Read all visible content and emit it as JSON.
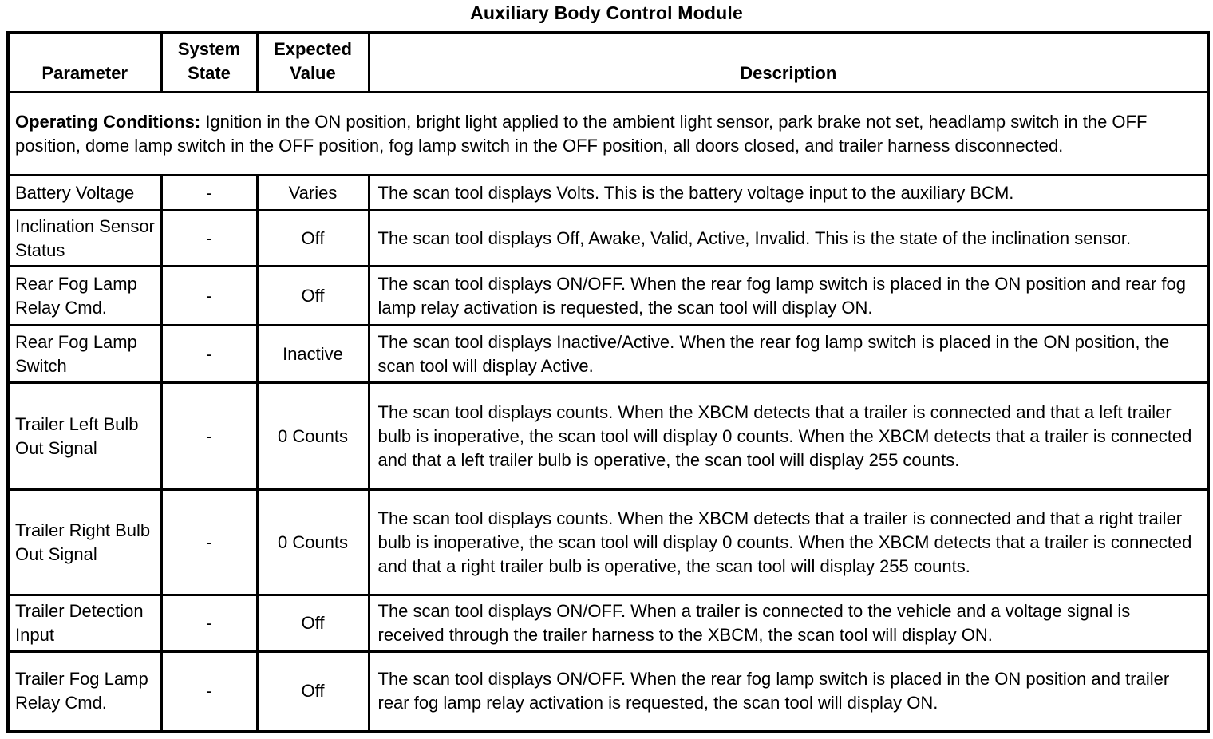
{
  "title": "Auxiliary Body Control Module",
  "table": {
    "headers": {
      "parameter": "Parameter",
      "system_state": "System State",
      "expected_value": "Expected Value",
      "description": "Description"
    },
    "operating_conditions": {
      "label": "Operating Conditions:",
      "text": " Ignition in the ON position, bright light applied to the ambient light sensor, park brake not set, headlamp switch in the OFF position, dome lamp switch in the OFF position, fog lamp switch in the OFF position, all doors closed, and trailer harness disconnected."
    },
    "rows": [
      {
        "parameter": "Battery Voltage",
        "system_state": "-",
        "expected_value": "Varies",
        "description": "The scan tool displays Volts. This is the battery voltage input to the auxiliary BCM."
      },
      {
        "parameter": "Inclination Sensor Status",
        "system_state": "-",
        "expected_value": "Off",
        "description": "The scan tool displays Off, Awake, Valid, Active, Invalid. This is the state of the inclination sensor."
      },
      {
        "parameter": "Rear Fog Lamp Relay Cmd.",
        "system_state": "-",
        "expected_value": "Off",
        "description": "The scan tool displays ON/OFF. When the rear fog lamp switch is placed in the ON position and rear fog lamp relay activation is requested, the scan tool will display ON."
      },
      {
        "parameter": "Rear Fog Lamp Switch",
        "system_state": "-",
        "expected_value": "Inactive",
        "description": "The scan tool displays Inactive/Active. When the rear fog lamp switch is placed in the ON position, the scan tool will display Active."
      },
      {
        "parameter": "Trailer Left Bulb Out Signal",
        "system_state": "-",
        "expected_value": "0 Counts",
        "description": "The scan tool displays counts. When the XBCM detects that a trailer is connected and that a left trailer bulb is inoperative, the scan tool will display 0 counts. When the XBCM detects that a trailer is connected and that a left trailer bulb is operative, the scan tool will display 255 counts."
      },
      {
        "parameter": "Trailer Right Bulb Out Signal",
        "system_state": "-",
        "expected_value": "0 Counts",
        "description": "The scan tool displays counts. When the XBCM detects that a trailer is connected and that a right trailer bulb is inoperative, the scan tool will display 0 counts. When the XBCM detects that a trailer is connected and that a right trailer bulb is operative, the scan tool will display 255 counts."
      },
      {
        "parameter": "Trailer Detection Input",
        "system_state": "-",
        "expected_value": "Off",
        "description": "The scan tool displays ON/OFF. When a trailer is connected to the vehicle and a voltage signal is received through the trailer harness to the XBCM, the scan tool will display ON."
      },
      {
        "parameter": "Trailer Fog Lamp Relay Cmd.",
        "system_state": "-",
        "expected_value": "Off",
        "description": "The scan tool displays ON/OFF. When the rear fog lamp switch is placed in the ON position and trailer rear fog lamp relay activation is requested, the scan tool will display ON."
      }
    ]
  }
}
